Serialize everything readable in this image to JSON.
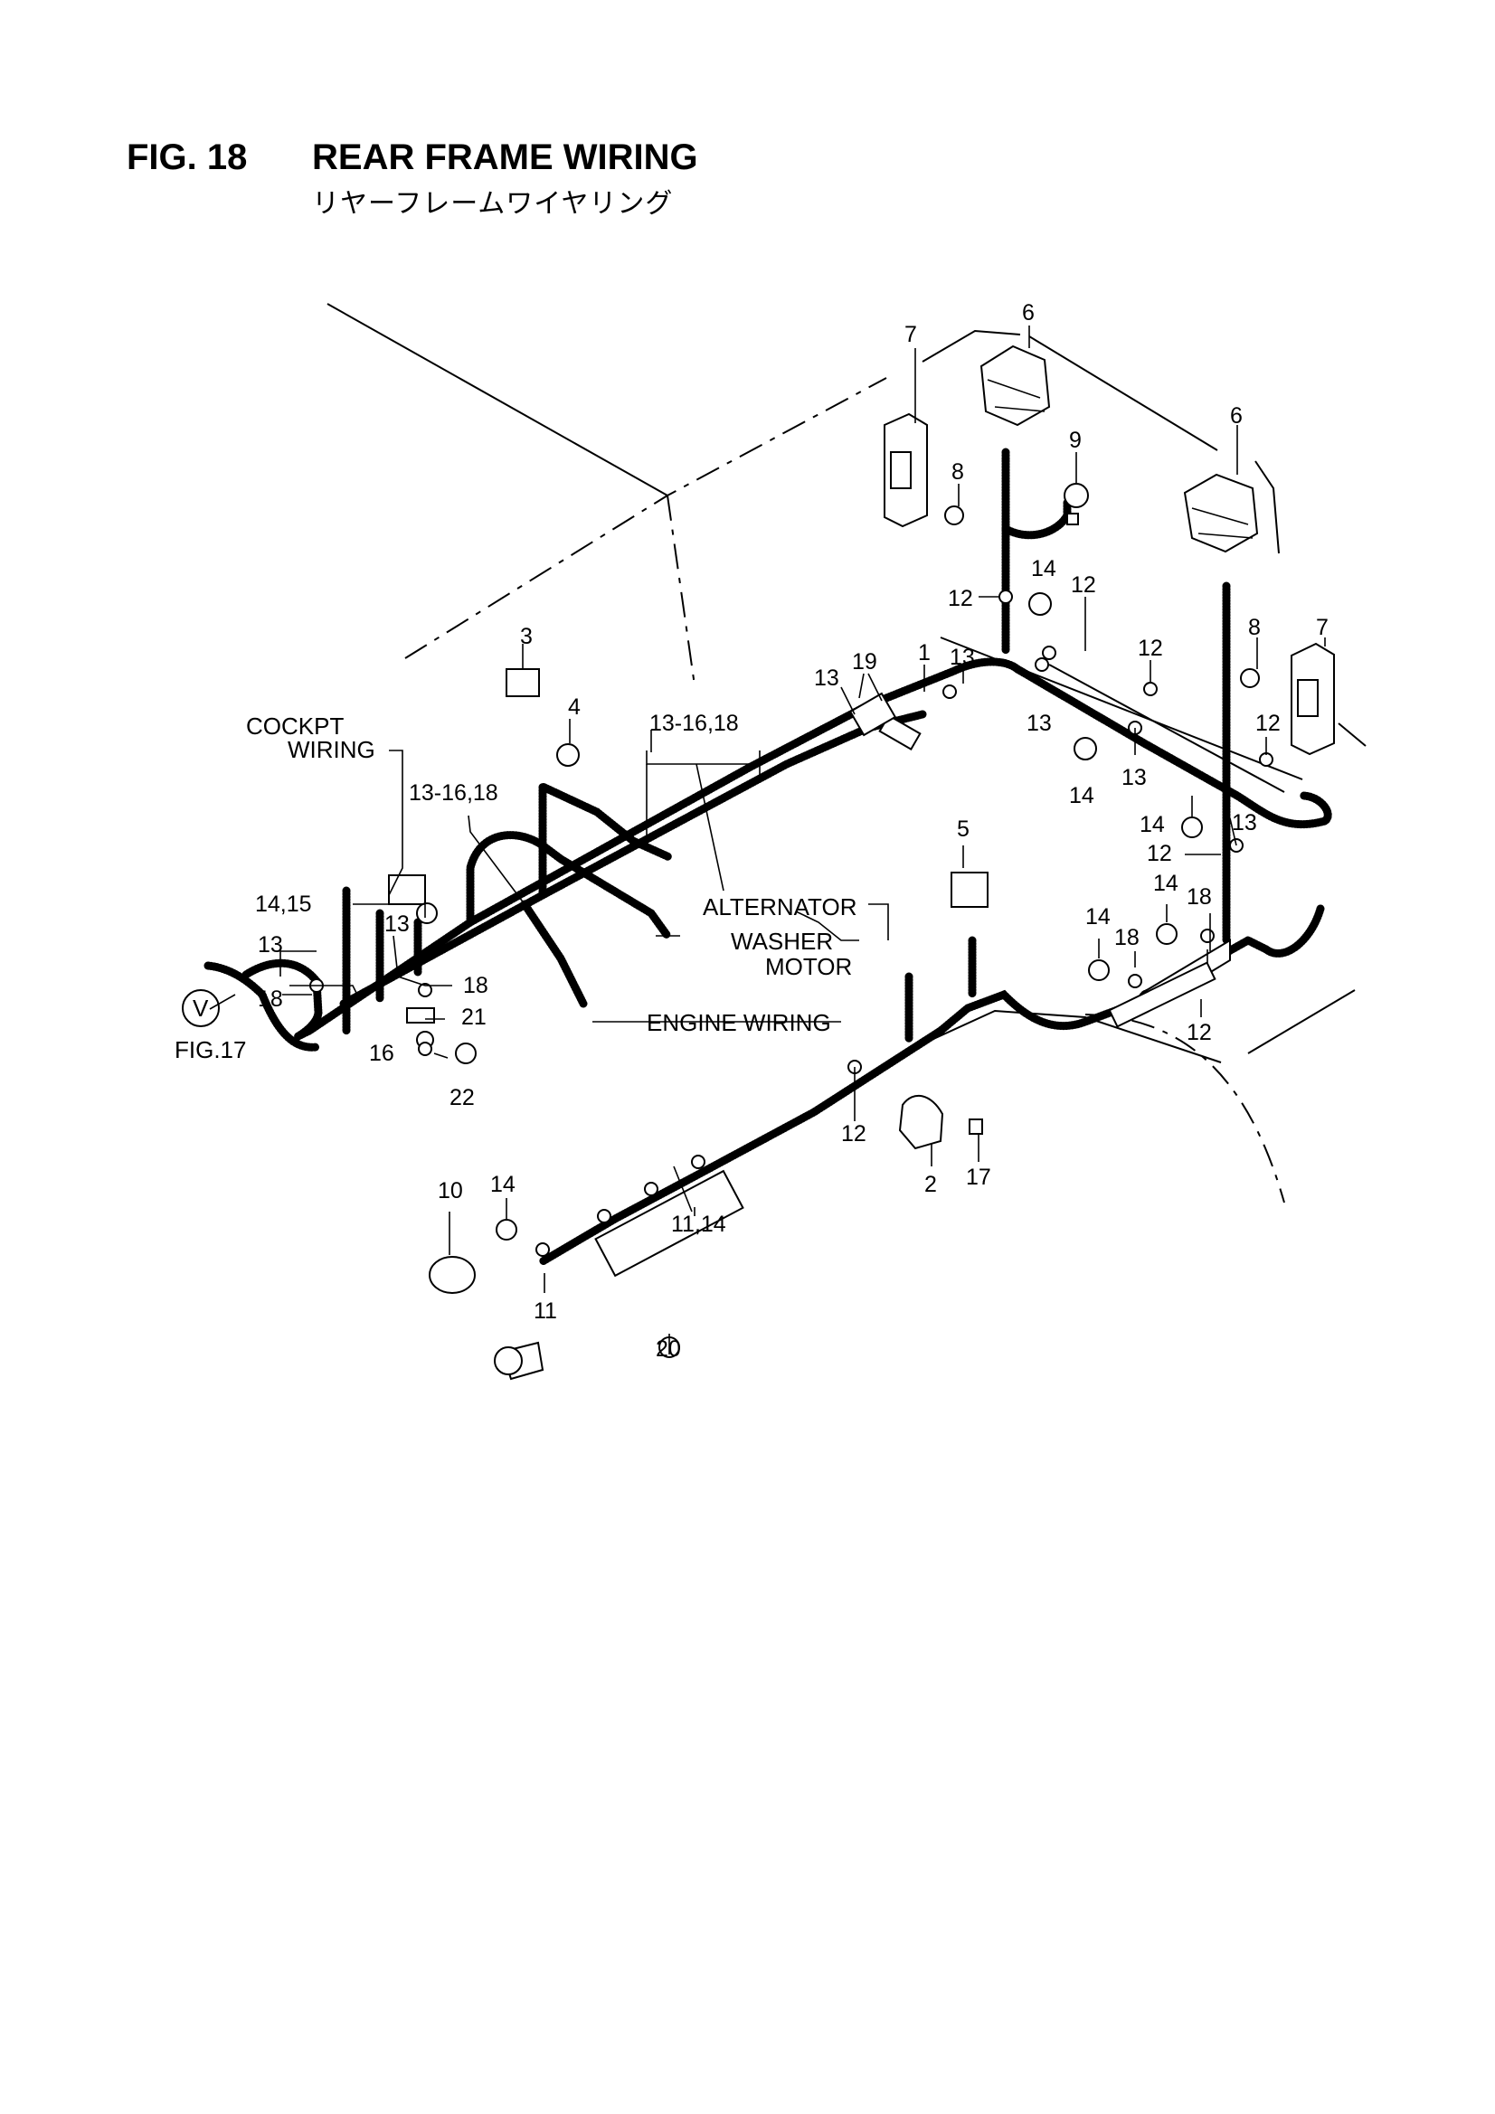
{
  "header": {
    "fig_number": "FIG. 18",
    "title": "REAR FRAME WIRING",
    "subtitle": "リヤーフレームワイヤリング"
  },
  "labels": {
    "cockpit_1": "COCKPT",
    "cockpit_2": "WIRING",
    "alternator": "ALTERNATOR",
    "washer_1": "WASHER",
    "washer_2": "MOTOR",
    "engine": "ENGINE WIRING",
    "fig17": "FIG.17",
    "circle_v": "V"
  },
  "callouts": {
    "c7a": "7",
    "c6a": "6",
    "c6b": "6",
    "c9": "9",
    "c8a": "8",
    "c8b": "8",
    "c7b": "7",
    "c14a": "14",
    "c12a": "12",
    "c12b": "12",
    "c12c": "12",
    "c12d": "12",
    "c12e": "12",
    "c12f": "12",
    "c12g": "12",
    "c13a": "13",
    "c13b": "13",
    "c13c": "13",
    "c13d": "13",
    "c13e": "13",
    "c13f": "13",
    "c13g": "13",
    "c1": "1",
    "c19": "19",
    "c3": "3",
    "c4": "4",
    "c5": "5",
    "c2": "2",
    "c17": "17",
    "c10": "10",
    "c11": "11",
    "c20": "20",
    "c21": "21",
    "c22": "22",
    "c16": "16",
    "c18a": "18",
    "c18b": "18",
    "c18c": "18",
    "c18d": "18",
    "c14b": "14",
    "c14c": "14",
    "c14d": "14",
    "c14e": "14",
    "c14f": "14",
    "c1415": "14,15",
    "c1114": "11,14",
    "c1316a": "13-16,18",
    "c1316b": "13-16,18"
  }
}
